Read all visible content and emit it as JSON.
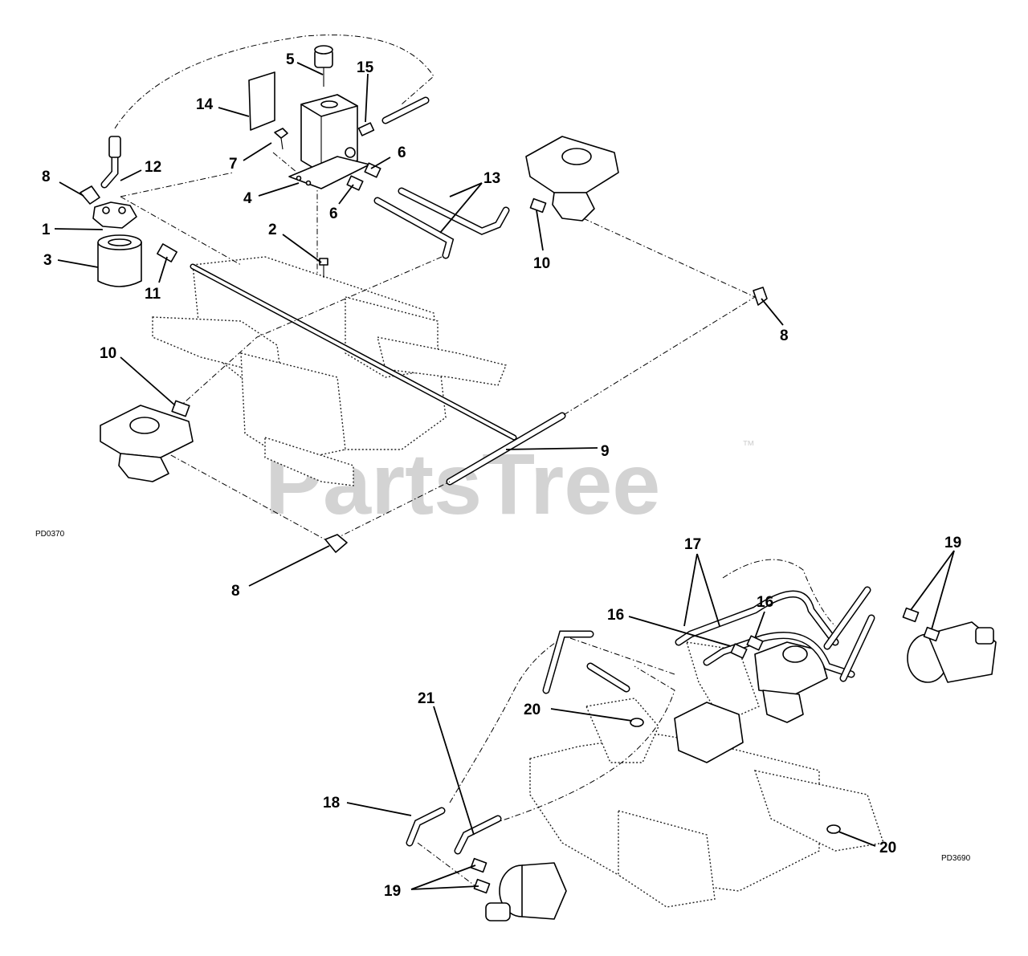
{
  "diagram": {
    "watermark": "PartsTree",
    "trademark": "™",
    "drawing_codes": {
      "upper": "PD0370",
      "lower": "PD3690"
    },
    "callouts": {
      "c1": "1",
      "c2": "2",
      "c3": "3",
      "c4": "4",
      "c5": "5",
      "c6a": "6",
      "c6b": "6",
      "c7": "7",
      "c8a": "8",
      "c8b": "8",
      "c8c": "8",
      "c9": "9",
      "c10a": "10",
      "c10b": "10",
      "c11": "11",
      "c12": "12",
      "c13": "13",
      "c14": "14",
      "c15": "15",
      "c16a": "16",
      "c16b": "16",
      "c17": "17",
      "c18": "18",
      "c19a": "19",
      "c19b": "19",
      "c20a": "20",
      "c20b": "20",
      "c21": "21"
    }
  }
}
